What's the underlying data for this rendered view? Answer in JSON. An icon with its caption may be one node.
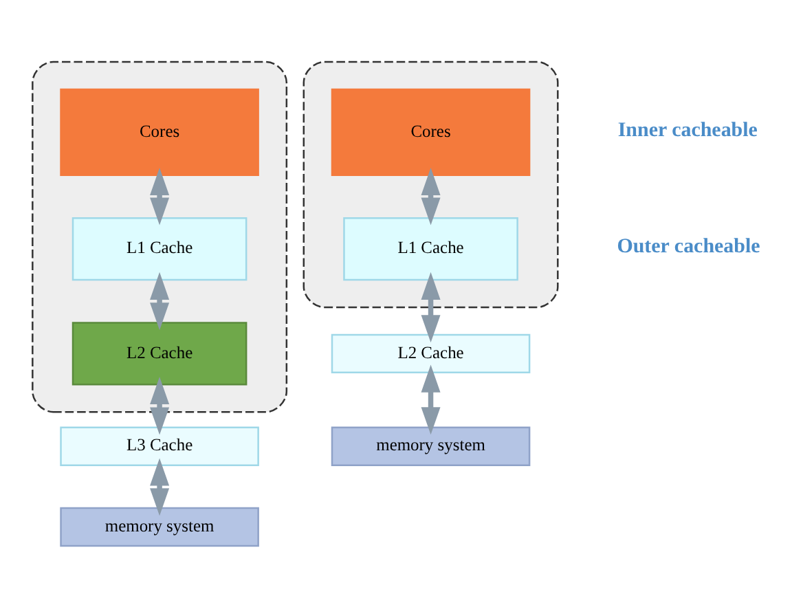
{
  "diagram": {
    "nodes": [
      {
        "text": [],
        "shape": "box"
      },
      {
        "text": [
          "Cores"
        ],
        "in": 0
      },
      {
        "text": [
          "L1 Cache"
        ],
        "in": 0
      },
      {
        "text": [
          "L2 Cache"
        ],
        "in": 0
      },
      {
        "text": [
          "L3 Cache"
        ]
      },
      {
        "text": [
          "memory system"
        ]
      },
      {
        "text": [],
        "shape": "box"
      },
      {
        "text": [
          "Cores"
        ],
        "in": 6
      },
      {
        "text": [
          "L1 Cache"
        ],
        "in": 6
      },
      {
        "text": [
          "L2 Cache"
        ]
      },
      {
        "text": [
          "memory system"
        ]
      }
    ],
    "edges": [
      {
        "from": 1,
        "to": 2,
        "arrow": "both"
      },
      {
        "from": 2,
        "to": 3,
        "arrow": "both"
      },
      {
        "from": 3,
        "to": 4,
        "arrow": "both"
      },
      {
        "from": 4,
        "to": 5,
        "arrow": "both"
      },
      {
        "from": 7,
        "to": 8,
        "arrow": "both"
      },
      {
        "from": 8,
        "to": 9,
        "arrow": "both"
      },
      {
        "from": 9,
        "to": 10,
        "arrow": "both"
      }
    ],
    "labels": [
      "Inner cacheable",
      "Outer cacheable"
    ]
  }
}
